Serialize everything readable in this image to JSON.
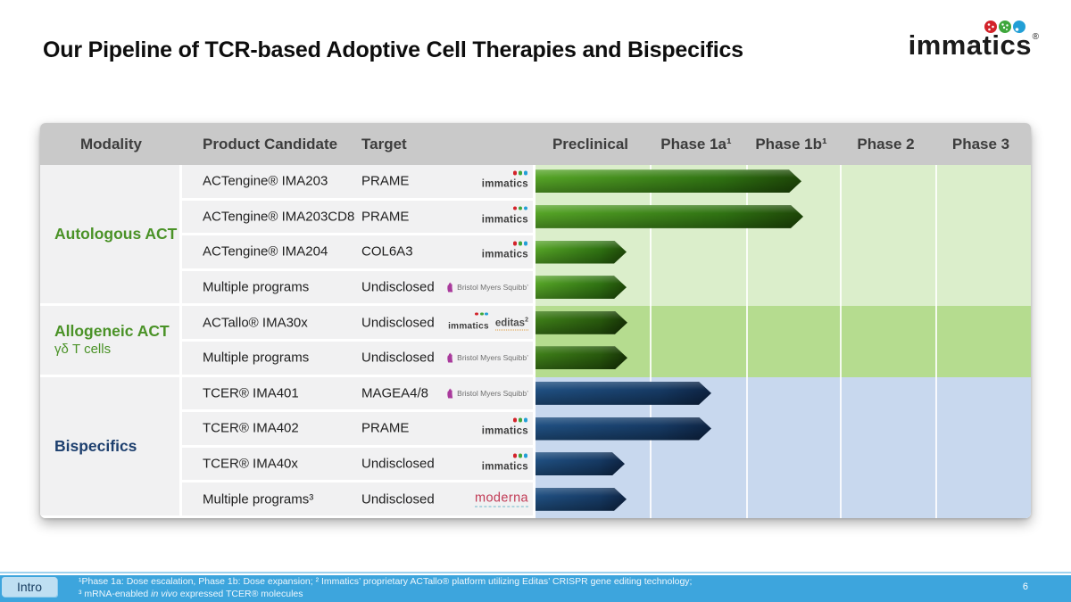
{
  "title": "Our Pipeline of TCR-based Adoptive Cell Therapies and Bispecifics",
  "logo": {
    "brand": "immatics",
    "registered": "®"
  },
  "table": {
    "headers": {
      "modality": "Modality",
      "product": "Product Candidate",
      "target": "Target",
      "phases": [
        "Preclinical",
        "Phase 1a¹",
        "Phase 1b¹",
        "Phase 2",
        "Phase 3"
      ]
    },
    "groups": [
      {
        "modality": "Autologous ACT",
        "modality_sub": "",
        "theme": "autologous",
        "rows": [
          {
            "product": "ACTengine® IMA203",
            "target": "PRAME",
            "partner": "immatics",
            "bar_len": 298
          },
          {
            "product": "ACTengine® IMA203CD8",
            "target": "PRAME",
            "partner": "immatics",
            "bar_len": 300
          },
          {
            "product": "ACTengine® IMA204",
            "target": "COL6A3",
            "partner": "immatics",
            "bar_len": 102
          },
          {
            "product": "Multiple programs",
            "target": "Undisclosed",
            "partner": "bms",
            "bar_len": 102
          }
        ]
      },
      {
        "modality": "Allogeneic ACT",
        "modality_sub": "γδ T cells",
        "theme": "allogeneic",
        "rows": [
          {
            "product": "ACTallo® IMA30x",
            "target": "Undisclosed",
            "partner": "immatics-editas",
            "bar_len": 103
          },
          {
            "product": "Multiple programs",
            "target": "Undisclosed",
            "partner": "bms",
            "bar_len": 103
          }
        ]
      },
      {
        "modality": "Bispecifics",
        "modality_sub": "",
        "theme": "bispecifics",
        "rows": [
          {
            "product": "TCER® IMA401",
            "target": "MAGEA4/8",
            "partner": "bms",
            "bar_len": 197
          },
          {
            "product": "TCER® IMA402",
            "target": "PRAME",
            "partner": "immatics",
            "bar_len": 197
          },
          {
            "product": "TCER® IMA40x",
            "target": "Undisclosed",
            "partner": "immatics",
            "bar_len": 100
          },
          {
            "product": "Multiple programs³",
            "target": "Undisclosed",
            "partner": "moderna",
            "bar_len": 102
          }
        ]
      }
    ]
  },
  "partners": {
    "immatics": "immatics",
    "bms": "Bristol Myers Squibb’",
    "editas": "editas",
    "editas_sup": "2",
    "moderna": "moderna"
  },
  "footer": {
    "tab": "Intro",
    "note_line1": "¹Phase 1a: Dose escalation, Phase 1b: Dose expansion; ² Immatics’ proprietary ACTallo® platform utilizing Editas’ CRISPR gene editing technology;",
    "note_line2_prefix": "³ mRNA-enabled ",
    "note_line2_italic": "in vivo",
    "note_line2_suffix": " expressed TCER® molecules",
    "page_number": "6"
  },
  "chart_data": {
    "type": "bar",
    "orientation": "horizontal",
    "title": "Our Pipeline of TCR-based Adoptive Cell Therapies and Bispecifics",
    "x_axis_phases": [
      "Preclinical",
      "Phase 1a",
      "Phase 1b",
      "Phase 2",
      "Phase 3"
    ],
    "categories": [
      "ACTengine® IMA203",
      "ACTengine® IMA203CD8",
      "ACTengine® IMA204",
      "Multiple programs (Bristol Myers Squibb)",
      "ACTallo® IMA30x",
      "Multiple programs (Bristol Myers Squibb)",
      "TCER® IMA401",
      "TCER® IMA402",
      "TCER® IMA40x",
      "Multiple programs (moderna)"
    ],
    "values_phase_reach": [
      2.58,
      2.6,
      0.79,
      0.79,
      0.8,
      0.8,
      1.63,
      1.63,
      0.78,
      0.79
    ],
    "units": "phases reached (1 = end of Preclinical, 2 = end of Phase 1a, 3 = end of Phase 1b)",
    "groups": [
      "Autologous ACT",
      "Autologous ACT",
      "Autologous ACT",
      "Autologous ACT",
      "Allogeneic ACT γδ T cells",
      "Allogeneic ACT γδ T cells",
      "Bispecifics",
      "Bispecifics",
      "Bispecifics",
      "Bispecifics"
    ],
    "colors": {
      "autologous_bar": "#3f8c1b",
      "allogeneic_bar": "#28590d",
      "bispecifics_bar": "#163a64",
      "autologous_bg": "#dbeecb",
      "allogeneic_bg": "#b5dc8f",
      "bispecifics_bg": "#c8d8ee",
      "header_bg": "#c9c9c9",
      "footer_bar": "#3da5dd"
    },
    "legend_position": "none",
    "grid": "phase column separators (white)"
  }
}
